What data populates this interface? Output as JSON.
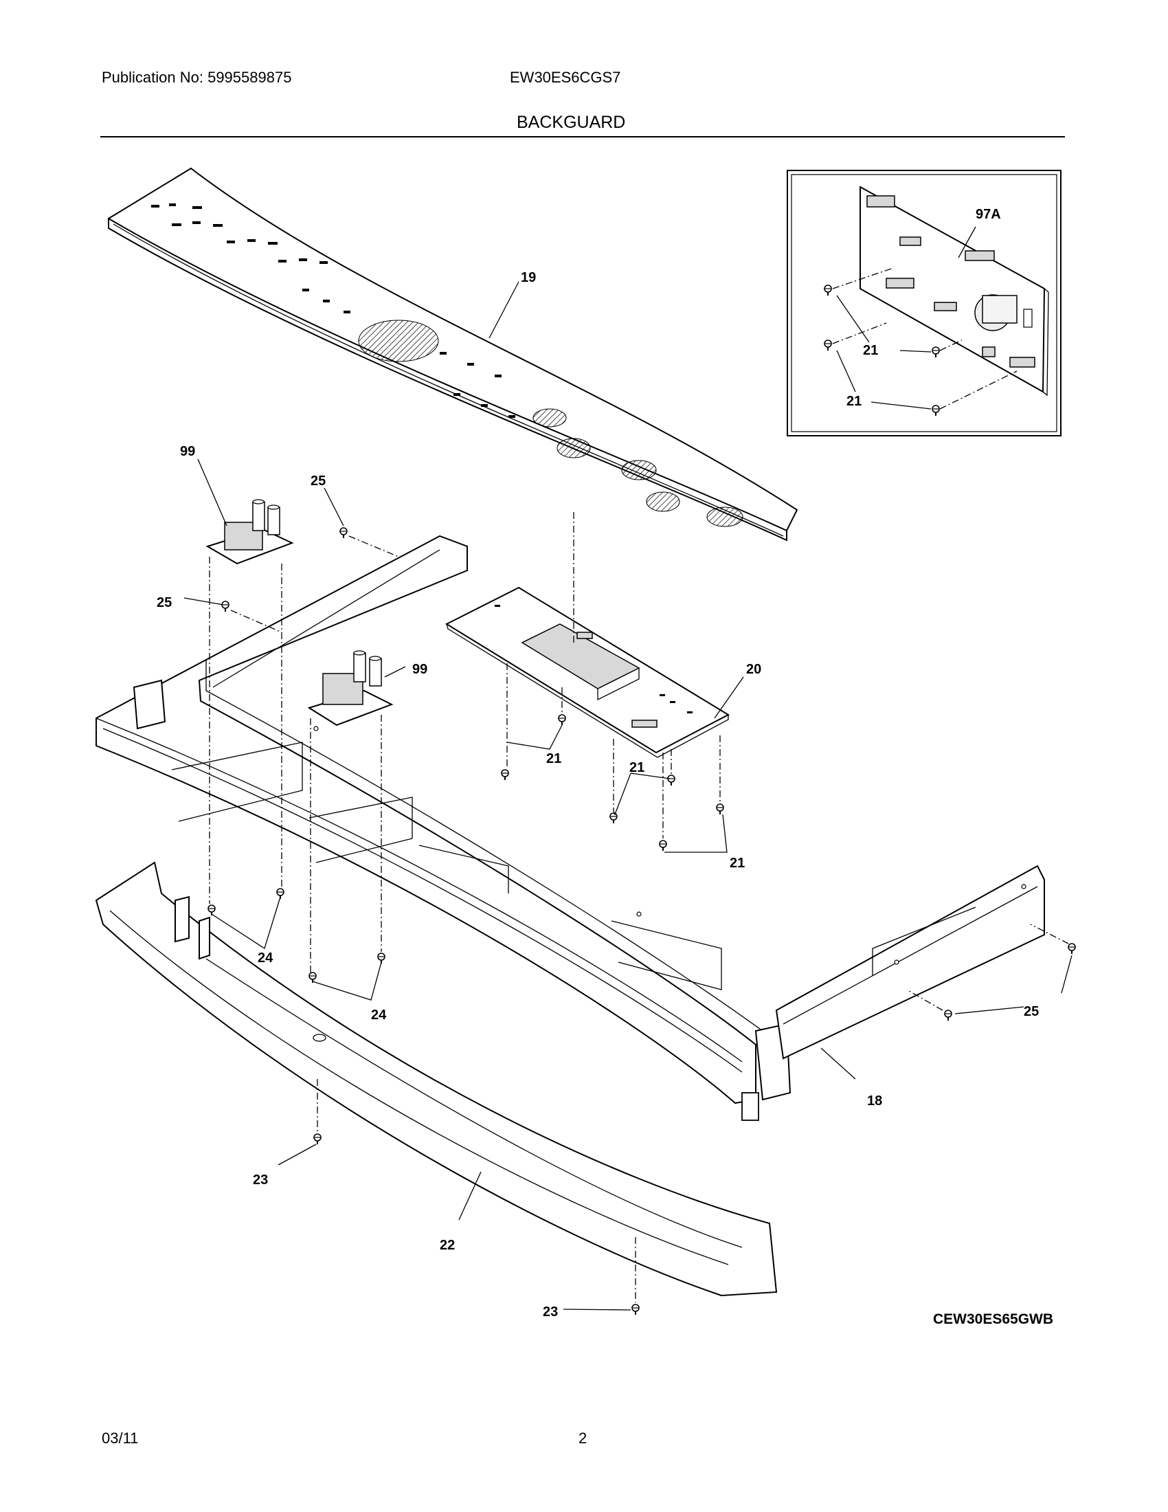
{
  "header": {
    "publication": "Publication No: 5995589875",
    "model": "EW30ES6CGS7",
    "section": "BACKGUARD"
  },
  "callouts": {
    "c19": "19",
    "c97a": "97A",
    "c21": "21",
    "c99": "99",
    "c25": "25",
    "c20": "20",
    "c24": "24",
    "c18": "18",
    "c23": "23",
    "c22": "22"
  },
  "diagram_code": "CEW30ES65GWB",
  "footer": {
    "date": "03/11",
    "page": "2"
  }
}
